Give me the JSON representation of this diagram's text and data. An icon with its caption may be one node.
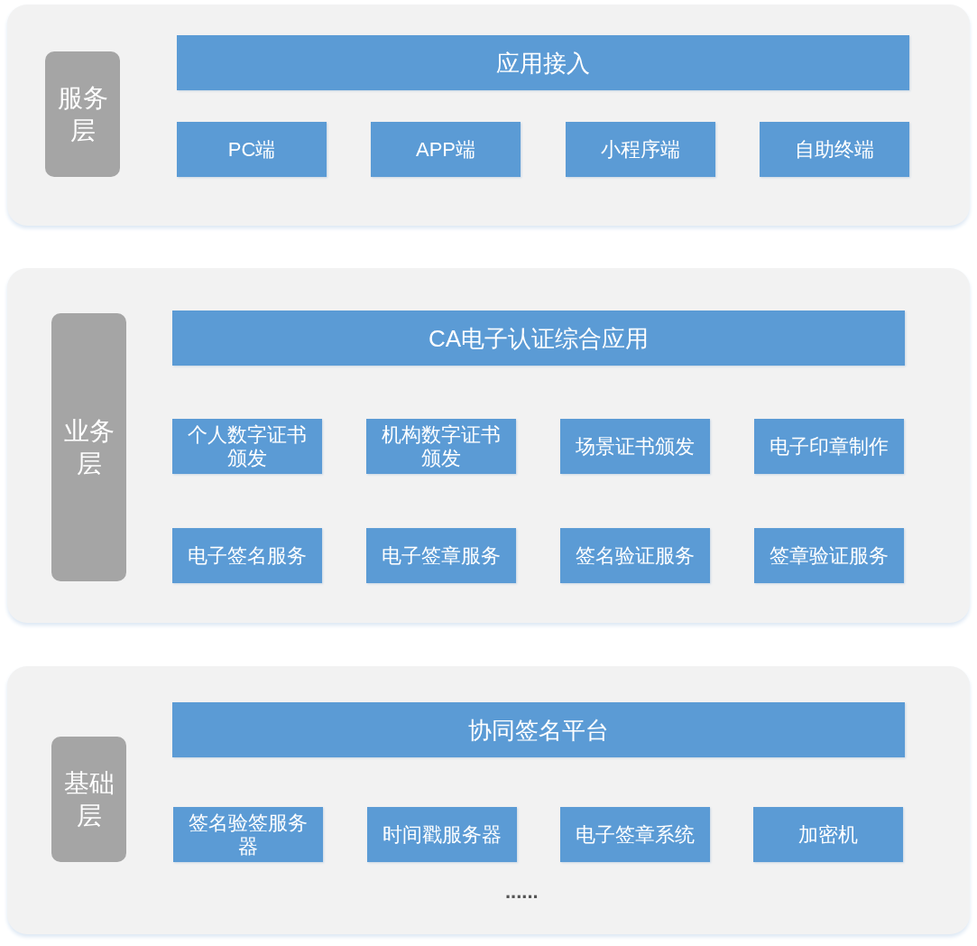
{
  "diagram": {
    "nodes": [
      {
        "text": [],
        "shape": "box"
      },
      {
        "text": [
          "服务层"
        ],
        "in": 0
      },
      {
        "text": [
          "应用接入"
        ],
        "in": 0
      },
      {
        "text": [
          "PC端"
        ],
        "in": 0
      },
      {
        "text": [
          "APP端"
        ],
        "in": 0
      },
      {
        "text": [
          "小程序端"
        ],
        "in": 0
      },
      {
        "text": [
          "自助终端"
        ],
        "in": 0
      },
      {
        "text": [],
        "shape": "box"
      },
      {
        "text": [
          "业务层"
        ],
        "in": 7
      },
      {
        "text": [
          "CA电子认证综合应用"
        ],
        "in": 7
      },
      {
        "text": [
          "个人数字证书颁发"
        ],
        "in": 7
      },
      {
        "text": [
          "机构数字证书颁发"
        ],
        "in": 7
      },
      {
        "text": [
          "场景证书颁发"
        ],
        "in": 7
      },
      {
        "text": [
          "电子印章制作"
        ],
        "in": 7
      },
      {
        "text": [
          "电子签名服务"
        ],
        "in": 7
      },
      {
        "text": [
          "电子签章服务"
        ],
        "in": 7
      },
      {
        "text": [
          "签名验证服务"
        ],
        "in": 7
      },
      {
        "text": [
          "签章验证服务"
        ],
        "in": 7
      },
      {
        "text": [],
        "shape": "box"
      },
      {
        "text": [
          "基础层"
        ],
        "in": 18
      },
      {
        "text": [
          "协同签名平台"
        ],
        "in": 18
      },
      {
        "text": [
          "签名验签服务器"
        ],
        "in": 18
      },
      {
        "text": [
          "时间戳服务器"
        ],
        "in": 18
      },
      {
        "text": [
          "电子签章系统"
        ],
        "in": 18
      },
      {
        "text": [
          "加密机"
        ],
        "in": 18
      }
    ],
    "labels": [
      "......"
    ]
  }
}
